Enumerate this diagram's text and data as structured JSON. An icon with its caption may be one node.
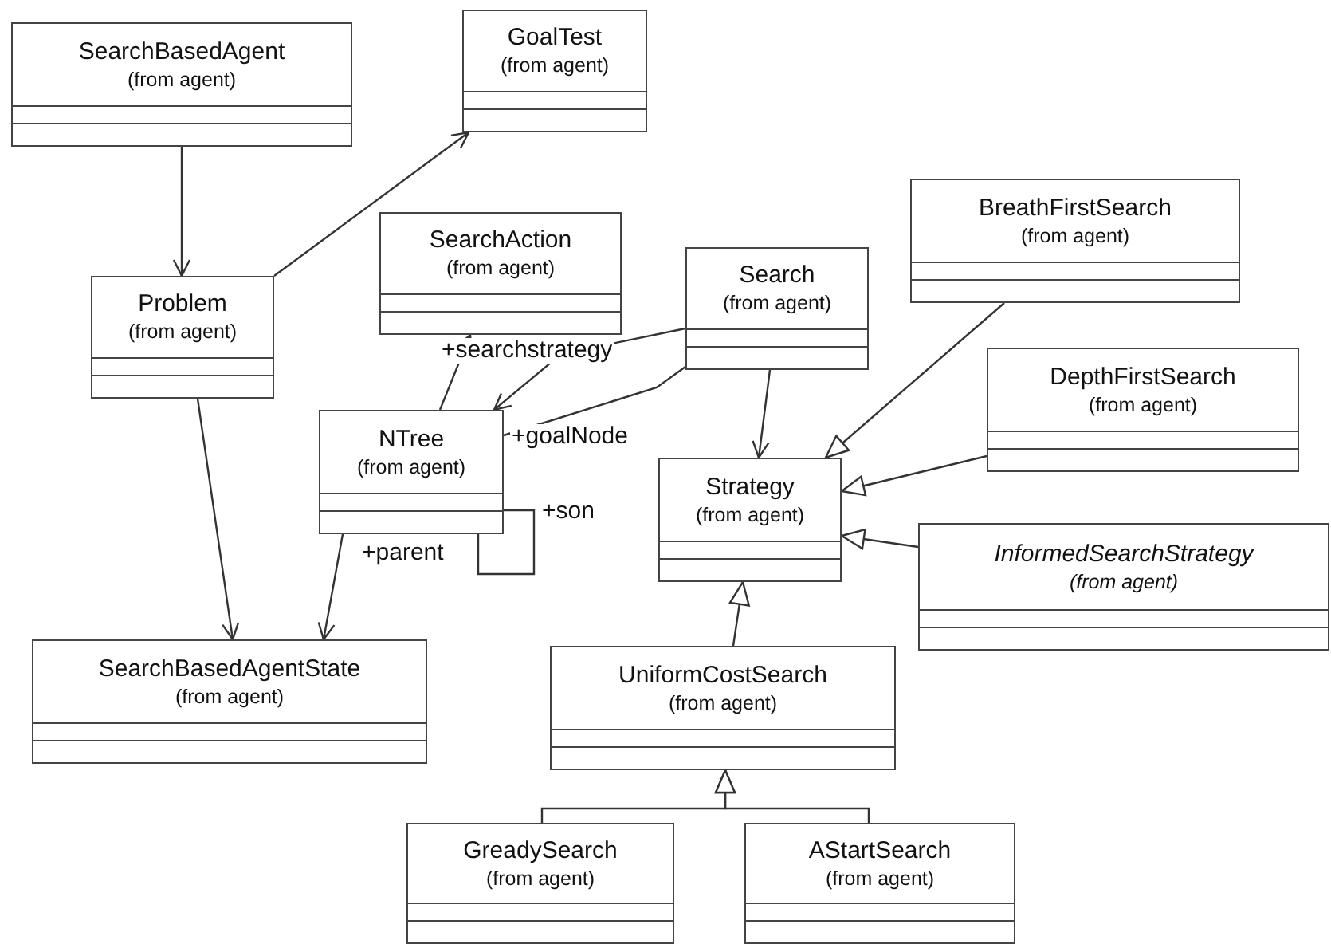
{
  "diagram": {
    "nodes": [
      {
        "text": [
          "SearchBasedAgent",
          "(from agent)"
        ]
      },
      {
        "text": [
          "GoalTest",
          "(from agent)"
        ]
      },
      {
        "text": [
          "Problem",
          "(from agent)"
        ]
      },
      {
        "text": [
          "SearchAction",
          "(from agent)"
        ]
      },
      {
        "text": [
          "Search",
          "(from agent)"
        ]
      },
      {
        "text": [
          "BreathFirstSearch",
          "(from agent)"
        ]
      },
      {
        "text": [
          "NTree",
          "(from agent)"
        ]
      },
      {
        "text": [
          "DepthFirstSearch",
          "(from agent)"
        ]
      },
      {
        "text": [
          "Strategy",
          "(from agent)"
        ]
      },
      {
        "text": [
          "InformedSearchStrategy",
          "(from agent)"
        ]
      },
      {
        "text": [
          "SearchBasedAgentState",
          "(from agent)"
        ]
      },
      {
        "text": [
          "UniformCostSearch",
          "(from agent)"
        ]
      },
      {
        "text": [
          "GreadySearch",
          "(from agent)"
        ]
      },
      {
        "text": [
          "AStartSearch",
          "(from agent)"
        ]
      }
    ],
    "edges": [
      {
        "from": 0,
        "to": 2,
        "arrow": "to"
      },
      {
        "from": 2,
        "to": 1,
        "arrow": "to"
      },
      {
        "from": 2,
        "to": 10,
        "arrow": "to"
      },
      {
        "from": 6,
        "to": 3,
        "arrow": "to"
      },
      {
        "from": 4,
        "to": 6,
        "arrow": "to",
        "label": "+searchstrategy"
      },
      {
        "from": 4,
        "to": 6,
        "arrow": "none",
        "label": "+goalNode"
      },
      {
        "from": 6,
        "to": 6,
        "arrow": "none",
        "label": "+son"
      },
      {
        "from": 6,
        "to": 10,
        "arrow": "to"
      },
      {
        "from": 4,
        "to": 8,
        "arrow": "to"
      },
      {
        "from": 5,
        "to": 8,
        "arrow": "to"
      },
      {
        "from": 7,
        "to": 8,
        "arrow": "to"
      },
      {
        "from": 9,
        "to": 8,
        "arrow": "to"
      },
      {
        "from": 11,
        "to": 8,
        "arrow": "to"
      },
      {
        "from": 12,
        "to": 11,
        "arrow": "to"
      },
      {
        "from": 13,
        "to": 11,
        "arrow": "to"
      }
    ],
    "labels": [
      "+parent"
    ]
  }
}
